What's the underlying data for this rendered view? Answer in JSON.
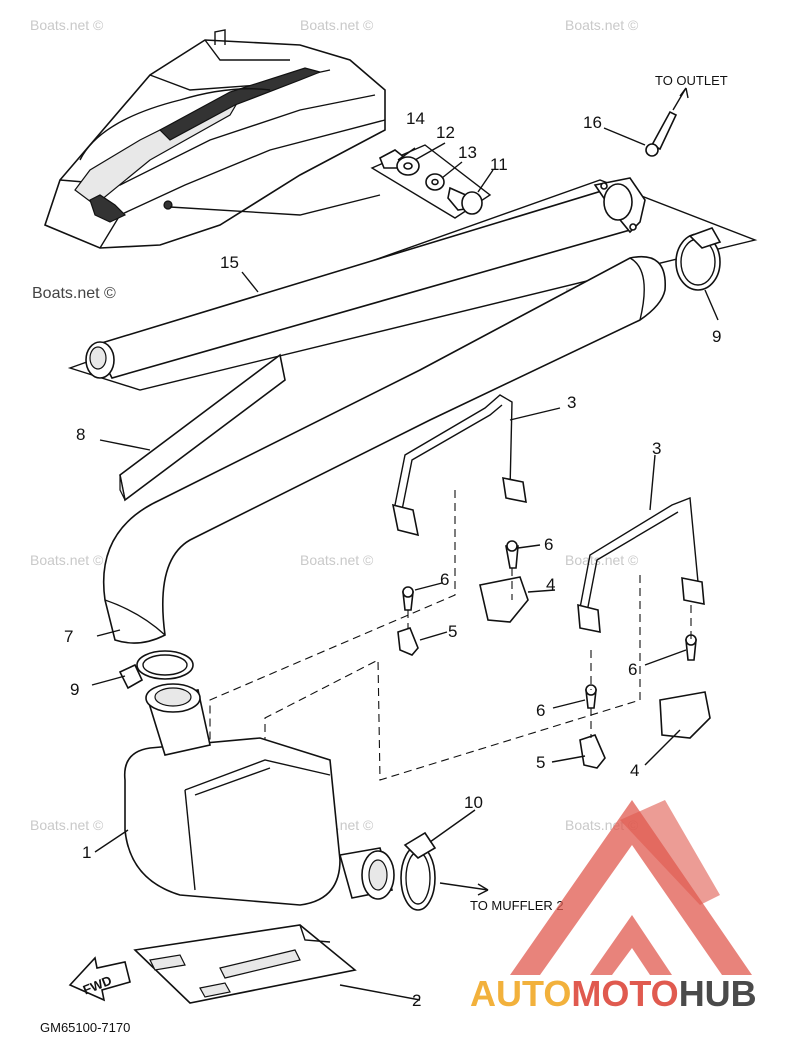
{
  "watermark": "Boats.net ©",
  "diagram_code": "GM65100-7170",
  "fwd_label": "FWD",
  "annotations": {
    "to_outlet": "TO OUTLET",
    "to_muffler": "TO MUFFLER 2"
  },
  "callouts": [
    {
      "id": "c1",
      "text": "1"
    },
    {
      "id": "c2",
      "text": "2"
    },
    {
      "id": "c3a",
      "text": "3"
    },
    {
      "id": "c3b",
      "text": "3"
    },
    {
      "id": "c4a",
      "text": "4"
    },
    {
      "id": "c4b",
      "text": "4"
    },
    {
      "id": "c5a",
      "text": "5"
    },
    {
      "id": "c5b",
      "text": "5"
    },
    {
      "id": "c6a",
      "text": "6"
    },
    {
      "id": "c6b",
      "text": "6"
    },
    {
      "id": "c6c",
      "text": "6"
    },
    {
      "id": "c6d",
      "text": "6"
    },
    {
      "id": "c7",
      "text": "7"
    },
    {
      "id": "c8",
      "text": "8"
    },
    {
      "id": "c9a",
      "text": "9"
    },
    {
      "id": "c9b",
      "text": "9"
    },
    {
      "id": "c10",
      "text": "10"
    },
    {
      "id": "c11",
      "text": "11"
    },
    {
      "id": "c12",
      "text": "12"
    },
    {
      "id": "c13",
      "text": "13"
    },
    {
      "id": "c14",
      "text": "14"
    },
    {
      "id": "c15",
      "text": "15"
    },
    {
      "id": "c16",
      "text": "16"
    }
  ],
  "brand": {
    "part1": "AUTO",
    "part2": "MOTO",
    "part3": "HUB",
    "colors": {
      "auto": "#f2b13c",
      "moto": "#e05a4f",
      "hub": "#4a4a4a",
      "logo": "#e05a4f"
    }
  }
}
